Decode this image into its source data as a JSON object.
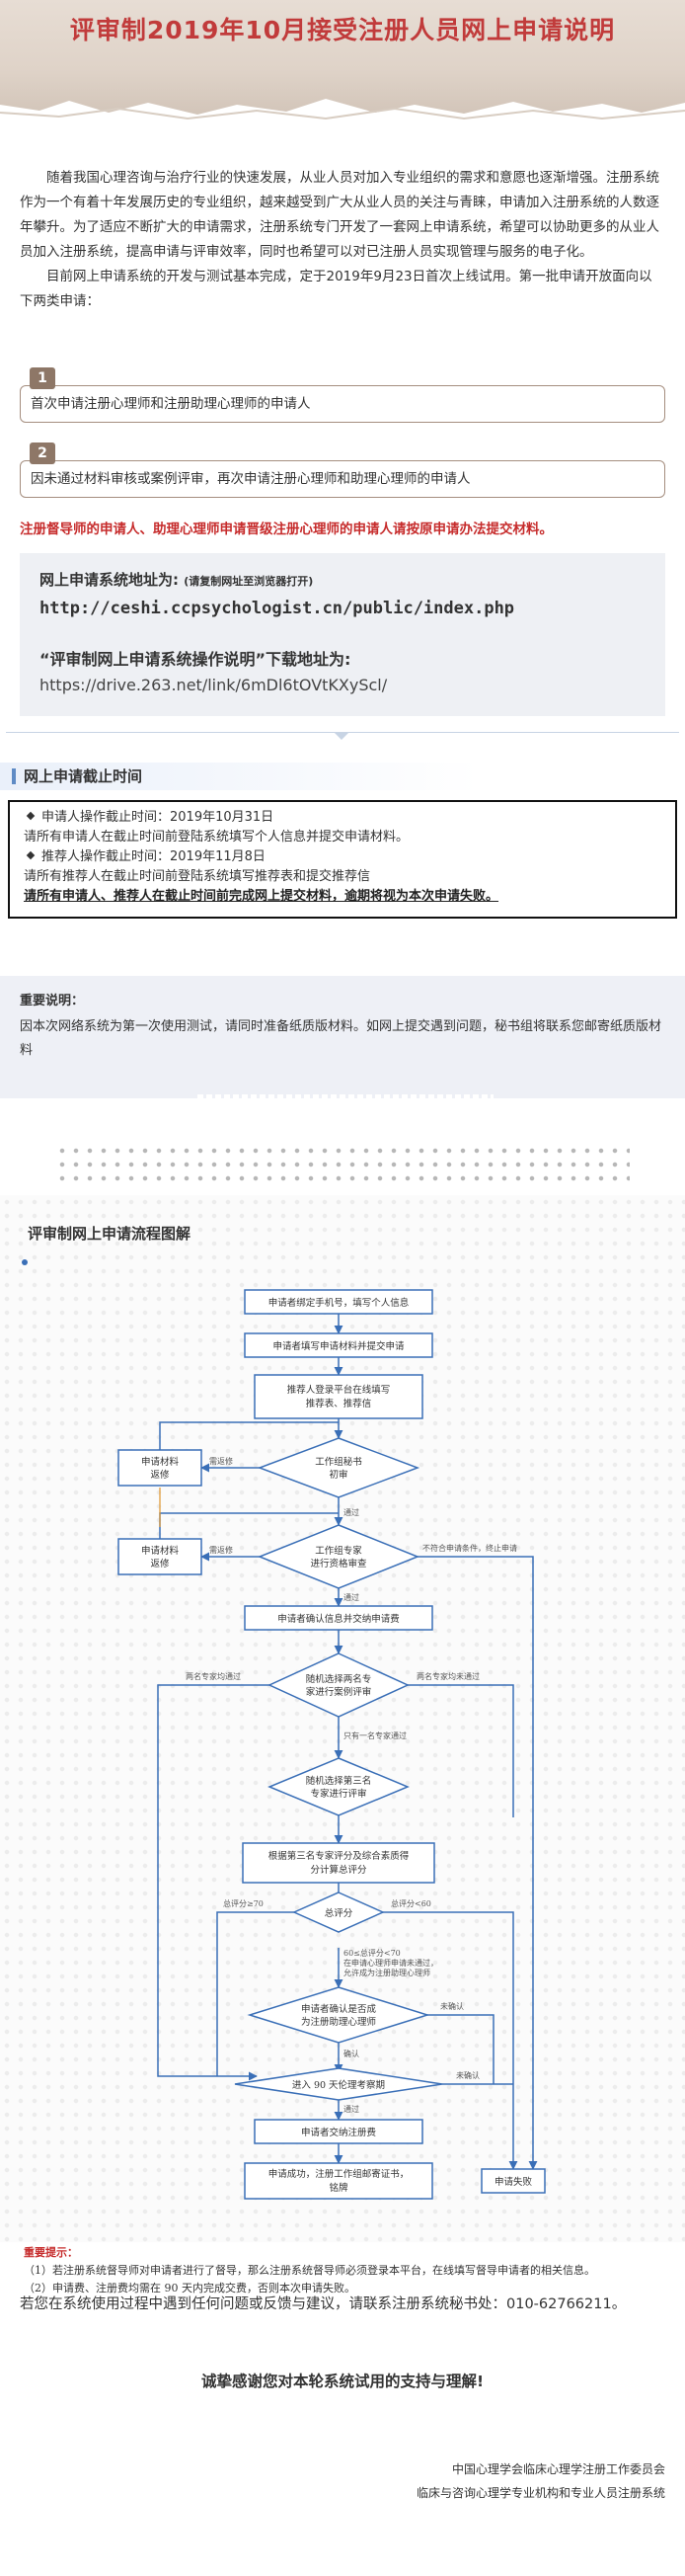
{
  "banner": {
    "title": "评审制2019年10月接受注册人员网上申请说明"
  },
  "intro": {
    "p1": "随着我国心理咨询与治疗行业的快速发展，从业人员对加入专业组织的需求和意愿也逐渐增强。注册系统作为一个有着十年发展历史的专业组织，越来越受到广大从业人员的关注与青睐，申请加入注册系统的人数逐年攀升。为了适应不断扩大的申请需求，注册系统专门开发了一套网上申请系统，希望可以协助更多的从业人员加入注册系统，提高申请与评审效率，同时也希望可以对已注册人员实现管理与服务的电子化。",
    "p2": "目前网上申请系统的开发与测试基本完成，定于2019年9月23日首次上线试用。第一批申请开放面向以下两类申请："
  },
  "categories": [
    {
      "num": "1",
      "text": "首次申请注册心理师和注册助理心理师的申请人"
    },
    {
      "num": "2",
      "text": "因未通过材料审核或案例评审，再次申请注册心理师和助理心理师的申请人"
    }
  ],
  "red_note": "注册督导师的申请人、助理心理师申请晋级注册心理师的申请人请按原申请办法提交材料。",
  "system": {
    "addr_label": "网上申请系统地址为:",
    "addr_hint": "(请复制网址至浏览器打开)",
    "addr_url": "http://ceshi.ccpsychologist.cn/public/index.php",
    "manual_label": "“评审制网上申请系统操作说明”下载地址为:",
    "manual_url": "https://drive.263.net/link/6mDl6tOVtKXyScl/"
  },
  "deadline": {
    "title": "网上申请截止时间",
    "item1": "申请人操作截止时间：2019年10月31日",
    "item1_desc": "请所有申请人在截止时间前登陆系统填写个人信息并提交申请材料。",
    "item2": "推荐人操作截止时间：2019年11月8日",
    "item2_desc": "请所有推荐人在截止时间前登陆系统填写推荐表和提交推荐信",
    "warning": "请所有申请人、推荐人在截止时间前完成网上提交材料，逾期将视为本次申请失败。"
  },
  "important": {
    "title": "重要说明：",
    "body": "因本次网络系统为第一次使用测试，请同时准备纸质版材料。如网上提交遇到问题，秘书组将联系您邮寄纸质版材料"
  },
  "flow": {
    "title": "评审制网上申请流程图解",
    "n_fill": "申请者绑定手机号，填写个人信息",
    "n_material": "申请者填写申请材料并提交申请",
    "n_recommend": "推荐人登录平台在线填写\n推荐表、推荐信",
    "d_secretary": "工作组秘书\n初审",
    "d_expert": "工作组专家\n进行资格审查",
    "n_return1": "申请材料\n返修",
    "n_return2": "申请材料\n返修",
    "lbl_return": "需返修",
    "lbl_pass": "通过",
    "lbl_unqualified": "不符合申请条件，终止申请",
    "n_confirm_fee": "申请者确认信息并交纳申请费",
    "d_two": "随机选择两名专\n家进行案例评审",
    "lbl_both_pass": "两名专家均通过",
    "lbl_both_fail": "两名专家均未通过",
    "lbl_one_pass": "只有一名专家通过",
    "d_third": "随机选择第三名\n专家进行评审",
    "n_score": "根据第三名专家评分及综合素质得\n分计算总评分",
    "d_total": "总评分",
    "lbl_ge70": "总评分≥70",
    "lbl_lt60": "总评分<60",
    "lbl_mid": "60≤总评分<70\n在申请心理师申请未通过，\n允许成为注册助理心理师",
    "d_assistant": "申请者确认是否成\n为注册助理心理师",
    "lbl_confirm": "确认",
    "lbl_unconfirm": "未确认",
    "d_observe": "进入 90 天伦理考察期",
    "n_pay_reg": "申请者交纳注册费",
    "n_success": "申请成功，注册工作组邮寄证书，\n铭牌",
    "n_fail": "申请失败"
  },
  "flow_note": {
    "label": "重要提示：",
    "line1": "（1）若注册系统督导师对申请者进行了督导，那么注册系统督导师必须登录本平台，在线填写督导申请者的相关信息。",
    "line2": "（2）申请费、注册费均需在 90 天内完成交费，否则本次申请失败。"
  },
  "contact": "若您在系统使用过程中遇到任何问题或反馈与建议，请联系注册系统秘书处：010-62766211。",
  "thanks": "诚挚感谢您对本轮系统试用的支持与理解!",
  "signature": {
    "line1": "中国心理学会临床心理学注册工作委员会",
    "line2": "临床与咨询心理学专业机构和专业人员注册系统"
  },
  "colors": {
    "title_red": "#c13b3b",
    "accent_brown": "#8e7767",
    "flow_blue": "#3a6fb7",
    "note_red": "#c62b2b"
  }
}
